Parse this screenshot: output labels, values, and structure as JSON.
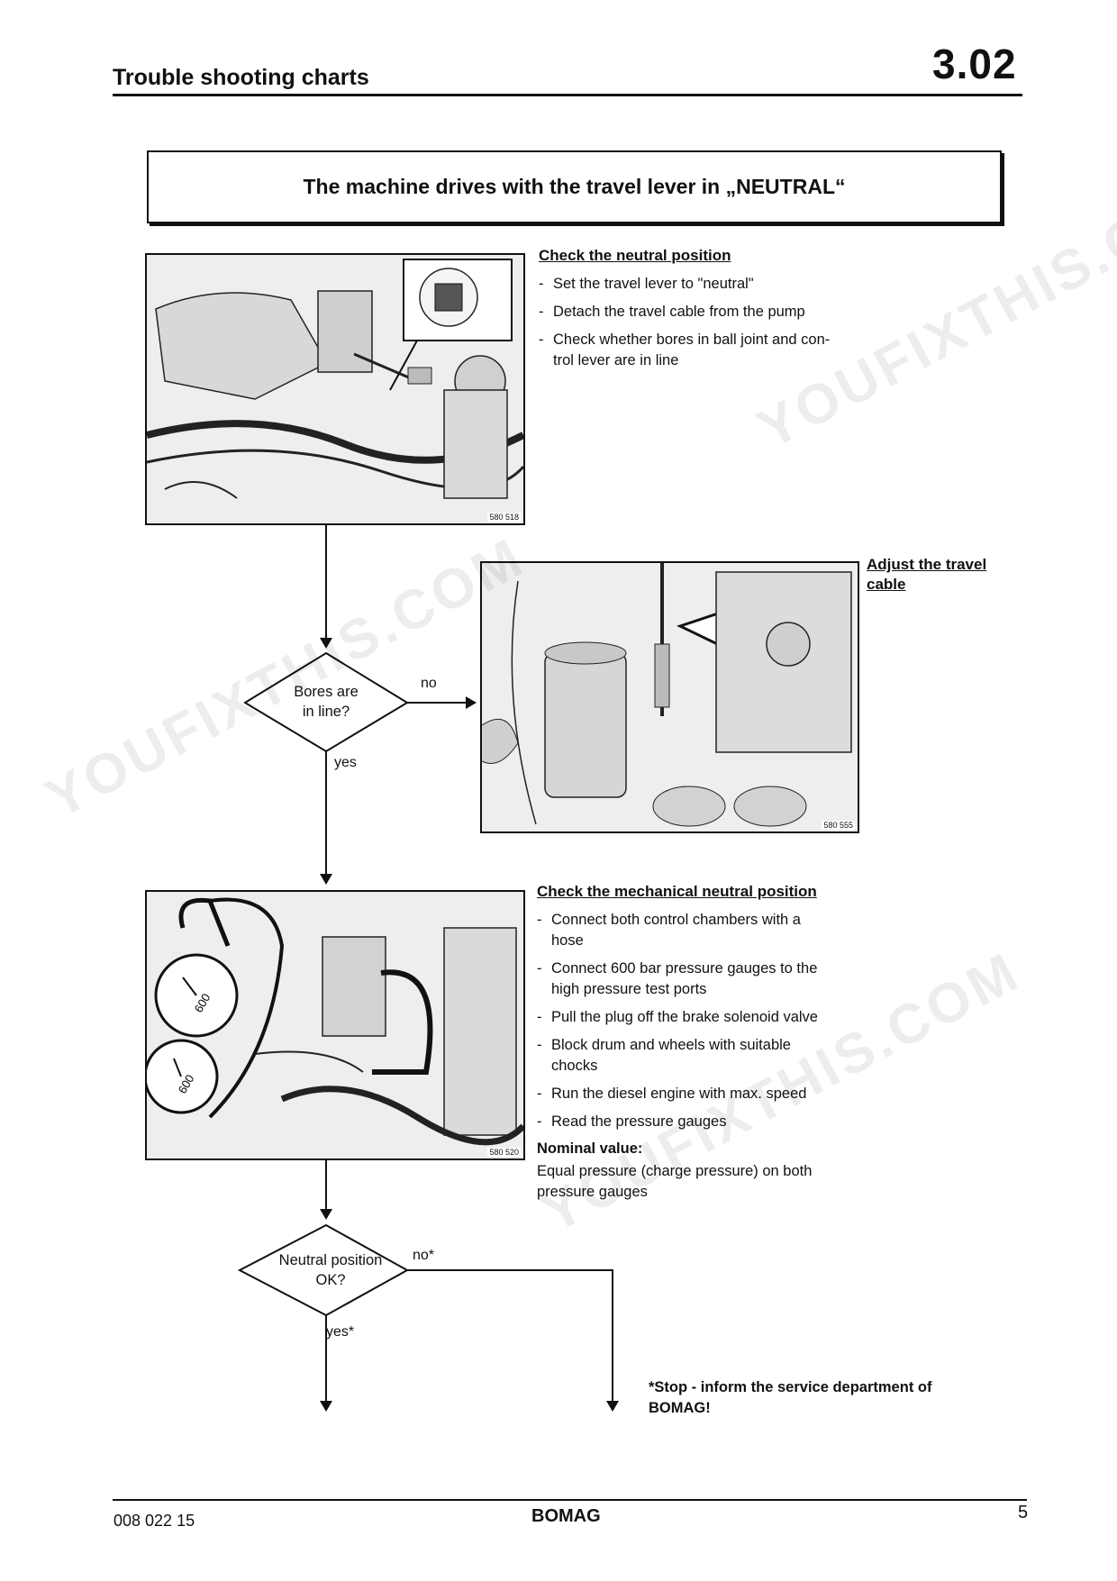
{
  "header": {
    "section_title": "Trouble shooting charts",
    "page_code": "3.02"
  },
  "title": "The machine drives with the travel lever in „NEUTRAL“",
  "step1": {
    "heading": "Check the neutral position",
    "items": [
      "Set the travel lever to \"neutral\"",
      "Detach the travel cable from the pump",
      "Check whether bores in ball joint and con-\ntrol lever are in line"
    ],
    "photo_number": "580 518"
  },
  "decision1": {
    "question": "Bores are\nin line?",
    "no": "no",
    "yes": "yes"
  },
  "adjust": {
    "heading": "Adjust the travel\ncable",
    "photo_number": "580 555"
  },
  "step2": {
    "heading": "Check the mechanical neutral position",
    "items": [
      "Connect both control chambers with a\nhose",
      "Connect 600 bar pressure gauges to the\nhigh pressure test ports",
      "Pull the plug off the brake solenoid valve",
      "Block drum and wheels with suitable\nchocks",
      "Run the diesel engine with max. speed",
      "Read the pressure gauges"
    ],
    "nominal_label": "Nominal value:",
    "nominal_text": "Equal pressure (charge pressure) on both\npressure gauges",
    "photo_number": "580 520",
    "gauge_label": "600"
  },
  "decision2": {
    "question": "Neutral position\nOK?",
    "no": "no*",
    "yes": "yes*"
  },
  "stop_note": "*Stop - inform the service department of\nBOMAG!",
  "footer": {
    "doc_number": "008 022 15",
    "brand": "BOMAG",
    "page": "5"
  },
  "watermark": "YOUFIXTHIS.COM"
}
